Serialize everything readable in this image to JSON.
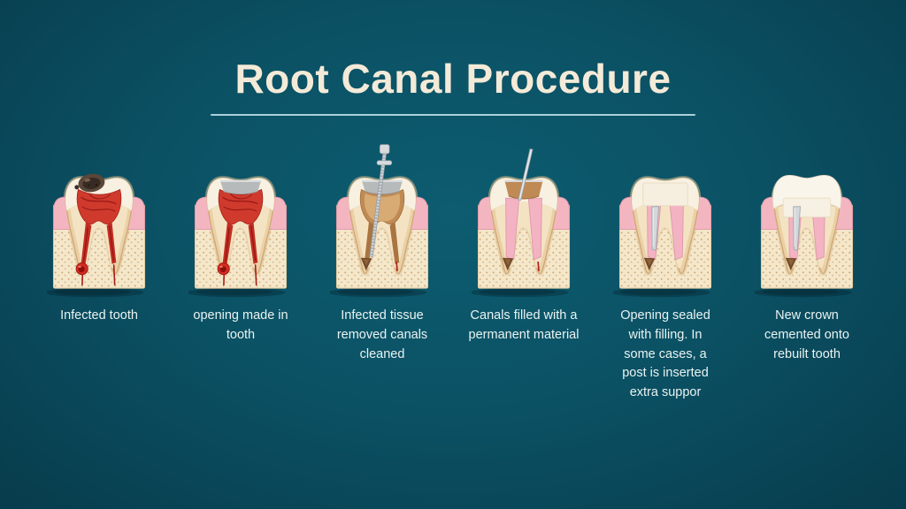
{
  "page": {
    "background_center_color": "#0d5c70",
    "background_edge_color": "#073c4c",
    "title_color": "#f4ead8",
    "underline_color": "#c9e7ee",
    "caption_color": "#eaf3f2"
  },
  "header": {
    "title": "Root Canal Procedure"
  },
  "steps": [
    {
      "caption": "Infected tooth",
      "illustration": "infected-tooth"
    },
    {
      "caption": "opening made in tooth",
      "illustration": "opening-made-in-tooth"
    },
    {
      "caption": "Infected tissue removed canals cleaned",
      "illustration": "canals-cleaned-with-file"
    },
    {
      "caption": "Canals filled with a permanent material",
      "illustration": "canals-filled"
    },
    {
      "caption": "Opening sealed with filling. In some cases, a post is inserted extra suppor",
      "illustration": "opening-sealed-with-post"
    },
    {
      "caption": "New crown cemented onto rebuilt tooth",
      "illustration": "new-crown-cemented"
    }
  ]
}
